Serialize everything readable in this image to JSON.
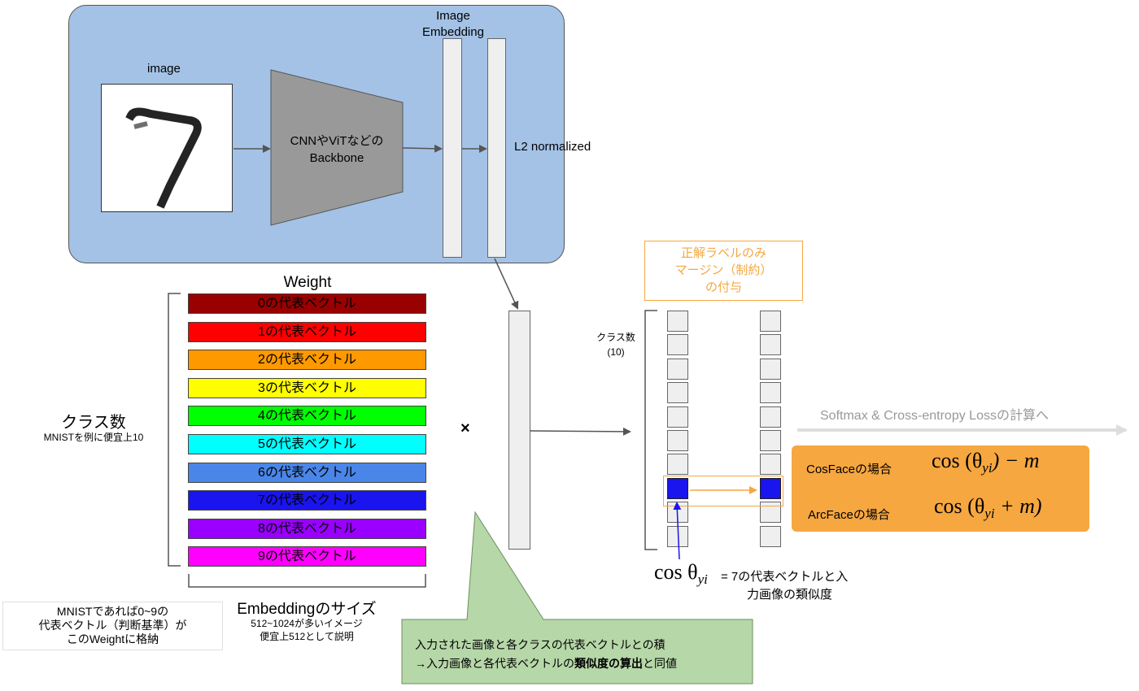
{
  "encoder": {
    "image_label": "image",
    "backbone_line1": "CNNやViTなどの",
    "backbone_line2": "Backbone",
    "embedding_line1": "Image",
    "embedding_line2": "Embedding",
    "l2_label": "L2 normalized"
  },
  "weight": {
    "title": "Weight",
    "rows": [
      {
        "label": "0の代表ベクトル",
        "color": "#990000"
      },
      {
        "label": "1の代表ベクトル",
        "color": "#ff0000"
      },
      {
        "label": "2の代表ベクトル",
        "color": "#ff9900"
      },
      {
        "label": "3の代表ベクトル",
        "color": "#ffff00"
      },
      {
        "label": "4の代表ベクトル",
        "color": "#00ff00"
      },
      {
        "label": "5の代表ベクトル",
        "color": "#00ffff"
      },
      {
        "label": "6の代表ベクトル",
        "color": "#4a86e8"
      },
      {
        "label": "7の代表ベクトル",
        "color": "#1a14ee"
      },
      {
        "label": "8の代表ベクトル",
        "color": "#9900ff"
      },
      {
        "label": "9の代表ベクトル",
        "color": "#ff00ff"
      }
    ],
    "class_count_title": "クラス数",
    "class_count_sub": "MNISTを例に便宜上10",
    "embedding_size_title": "Embeddingのサイズ",
    "embedding_size_line1": "512~1024が多いイメージ",
    "embedding_size_line2": "便宜上512として説明"
  },
  "note": {
    "line1": "MNISTであれば0~9の",
    "line2": "代表ベクトル（判断基準）が",
    "line3": "このWeightに格納"
  },
  "multiply_sign": "×",
  "callout": {
    "line1": "入力された画像と各クラスの代表ベクトルとの積",
    "line2_prefix": "→入力画像と各代表ベクトルの",
    "line2_bold": "類似度の算出",
    "line2_suffix": "と同値"
  },
  "logits": {
    "class_label_line1": "クラス数",
    "class_label_line2": "(10)",
    "margin_line1": "正解ラベルのみ",
    "margin_line2": "マージン（制約）",
    "margin_line3": "の付与",
    "cos_symbol": "cos θ",
    "cos_sub": "yi",
    "cos_desc_line1": "= 7の代表ベクトルと入",
    "cos_desc_line2": "力画像の類似度",
    "softmax_label": "Softmax & Cross-entropy Lossの計算へ"
  },
  "formulas": {
    "cosface_label": "CosFaceの場合",
    "cosface_formula": "cos (θ",
    "cosface_sub": "yi",
    "cosface_tail": ") − m",
    "arcface_label": "ArcFaceの場合",
    "arcface_formula": "cos (θ",
    "arcface_sub": "yi",
    "arcface_tail": " + m)"
  },
  "colors": {
    "panel_bg": "#a4c2e6",
    "highlight": "#1a14ee",
    "margin_orange": "#f6a740",
    "formula_bg": "#f6a740",
    "callout_bg": "#b6d7a8",
    "softmax_grey": "#999999"
  }
}
